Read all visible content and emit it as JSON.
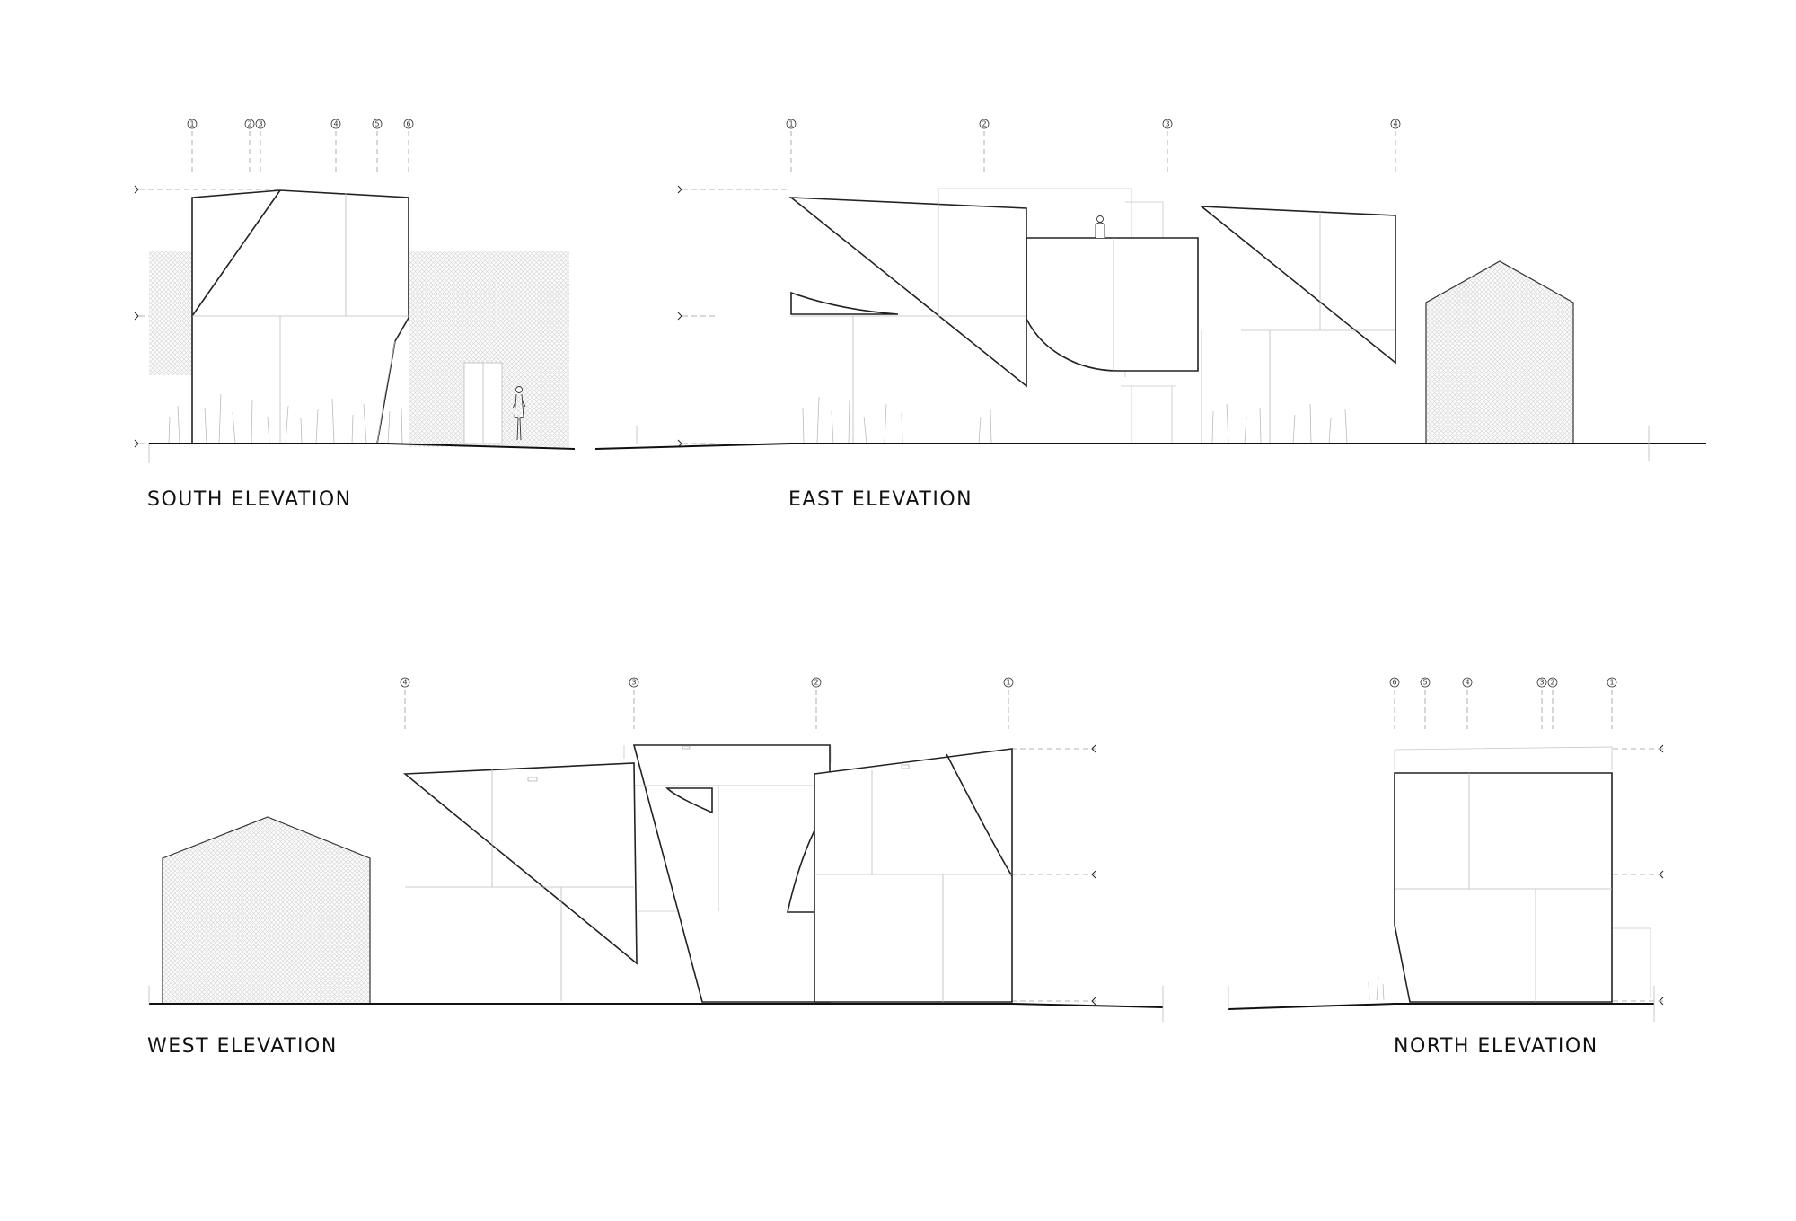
{
  "views": {
    "south": {
      "title": "SOUTH ELEVATION",
      "grid": [
        "1",
        "2",
        "3",
        "4",
        "5",
        "6"
      ]
    },
    "east": {
      "title": "EAST ELEVATION",
      "grid": [
        "1",
        "2",
        "3",
        "4"
      ]
    },
    "west": {
      "title": "WEST ELEVATION",
      "grid": [
        "4",
        "3",
        "2",
        "1"
      ]
    },
    "north": {
      "title": "NORTH ELEVATION",
      "grid": [
        "6",
        "5",
        "4",
        "3",
        "2",
        "1"
      ]
    }
  },
  "colors": {
    "line": "#222222",
    "hatch": "#d0d0d0",
    "ghost": "#c8c8c8"
  }
}
